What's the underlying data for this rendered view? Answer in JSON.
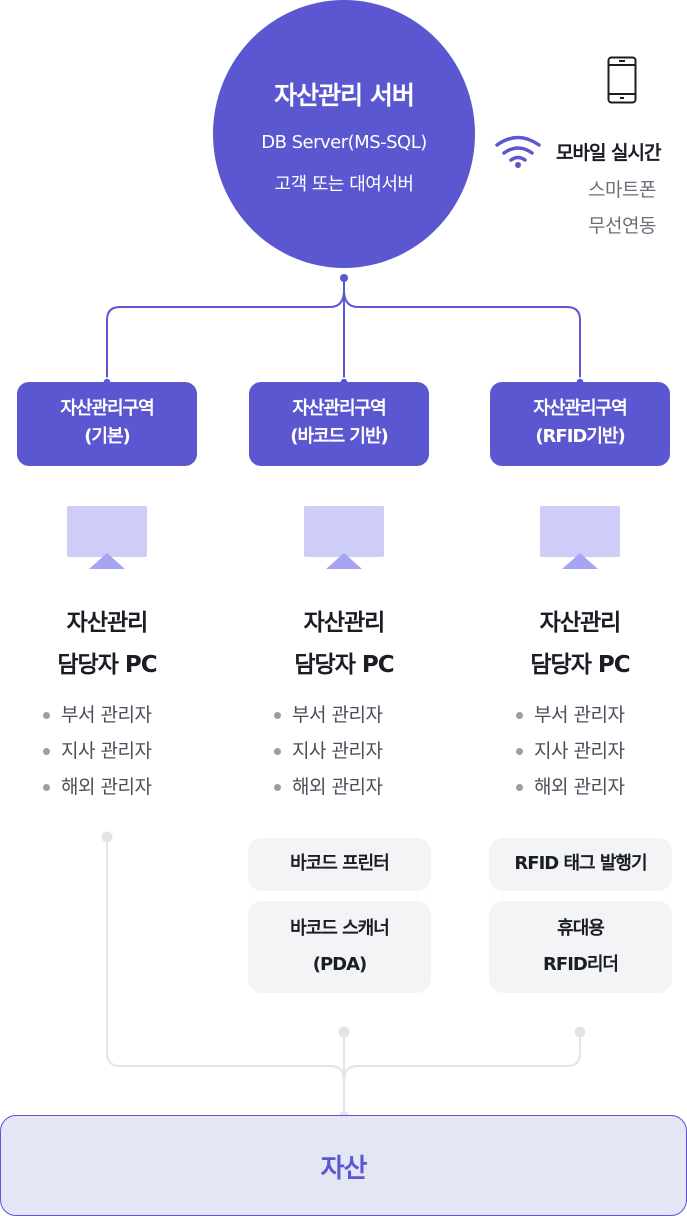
{
  "server": {
    "title": "자산관리 서버",
    "line1": "DB Server(MS-SQL)",
    "line2": "고객 또는 대여서버"
  },
  "mobile": {
    "icon": "smartphone-icon",
    "signal_icon": "wifi-icon",
    "title": "모바일 실시간",
    "line1": "스마트폰",
    "line2": "무선연동"
  },
  "zones": [
    {
      "line1": "자산관리구역",
      "line2": "(기본)"
    },
    {
      "line1": "자산관리구역",
      "line2": "(바코드 기반)"
    },
    {
      "line1": "자산관리구역",
      "line2": "(RFID기반)"
    }
  ],
  "pcs": [
    {
      "icon": "monitor-icon",
      "title1": "자산관리",
      "title2": "담당자 PC",
      "roles": [
        "부서 관리자",
        "지사 관리자",
        "해외 관리자"
      ]
    },
    {
      "icon": "monitor-icon",
      "title1": "자산관리",
      "title2": "담당자 PC",
      "roles": [
        "부서 관리자",
        "지사 관리자",
        "해외 관리자"
      ]
    },
    {
      "icon": "monitor-icon",
      "title1": "자산관리",
      "title2": "담당자 PC",
      "roles": [
        "부서 관리자",
        "지사 관리자",
        "해외 관리자"
      ]
    }
  ],
  "devices": {
    "barcode": [
      {
        "line1": "바코드 프린터"
      },
      {
        "line1": "바코드 스캐너",
        "line2": "(PDA)"
      }
    ],
    "rfid": [
      {
        "line1": "RFID 태그 발행기"
      },
      {
        "line1": "휴대용",
        "line2": "RFID리더"
      }
    ]
  },
  "asset": {
    "label": "자산"
  },
  "colors": {
    "accent": "#5b57d1",
    "monitor_screen": "#cdcdf7",
    "monitor_stand": "#a5a5f3",
    "device_bg": "#f3f4f6",
    "asset_bg": "#e4e6f6",
    "connector_gray": "#e3e4e8"
  }
}
